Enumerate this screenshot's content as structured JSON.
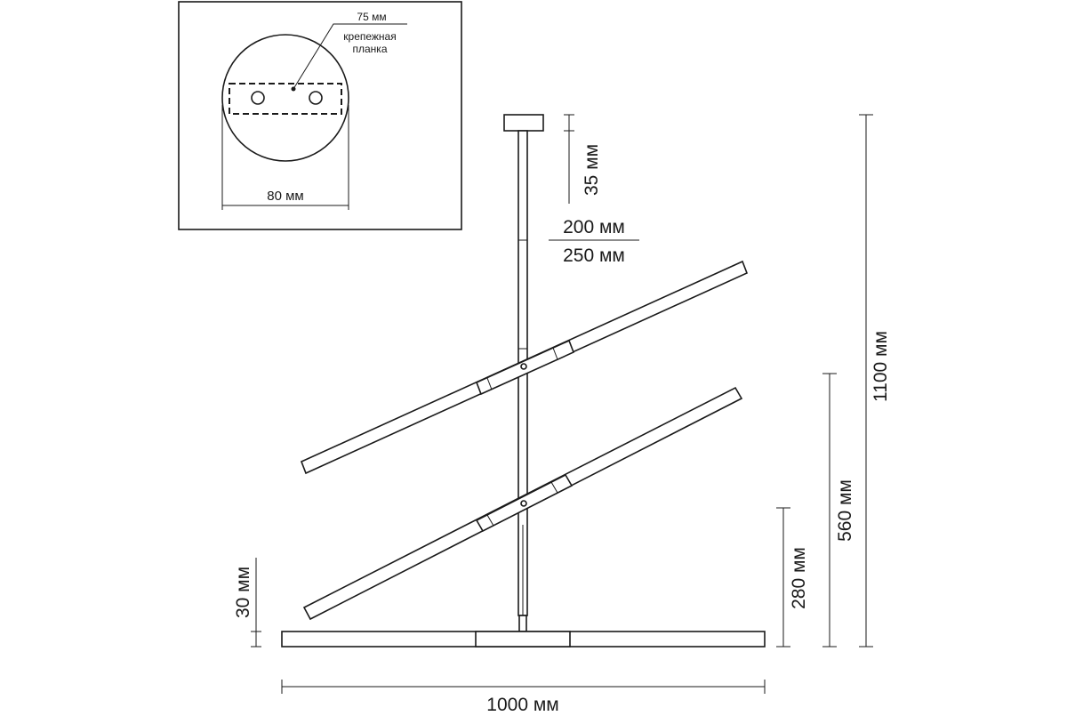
{
  "inset": {
    "dim_bracket_offset": "75 мм",
    "bracket_label_line1": "крепежная",
    "bracket_label_line2": "планка",
    "dim_canopy_diameter": "80 мм"
  },
  "dimensions": {
    "canopy_height": "35 мм",
    "rod_length_a": "200 мм",
    "rod_length_b": "250 мм",
    "total_height": "1100 мм",
    "middle_height": "560 мм",
    "lower_height": "280 мм",
    "bar_thickness": "30 мм",
    "total_width": "1000 мм"
  }
}
